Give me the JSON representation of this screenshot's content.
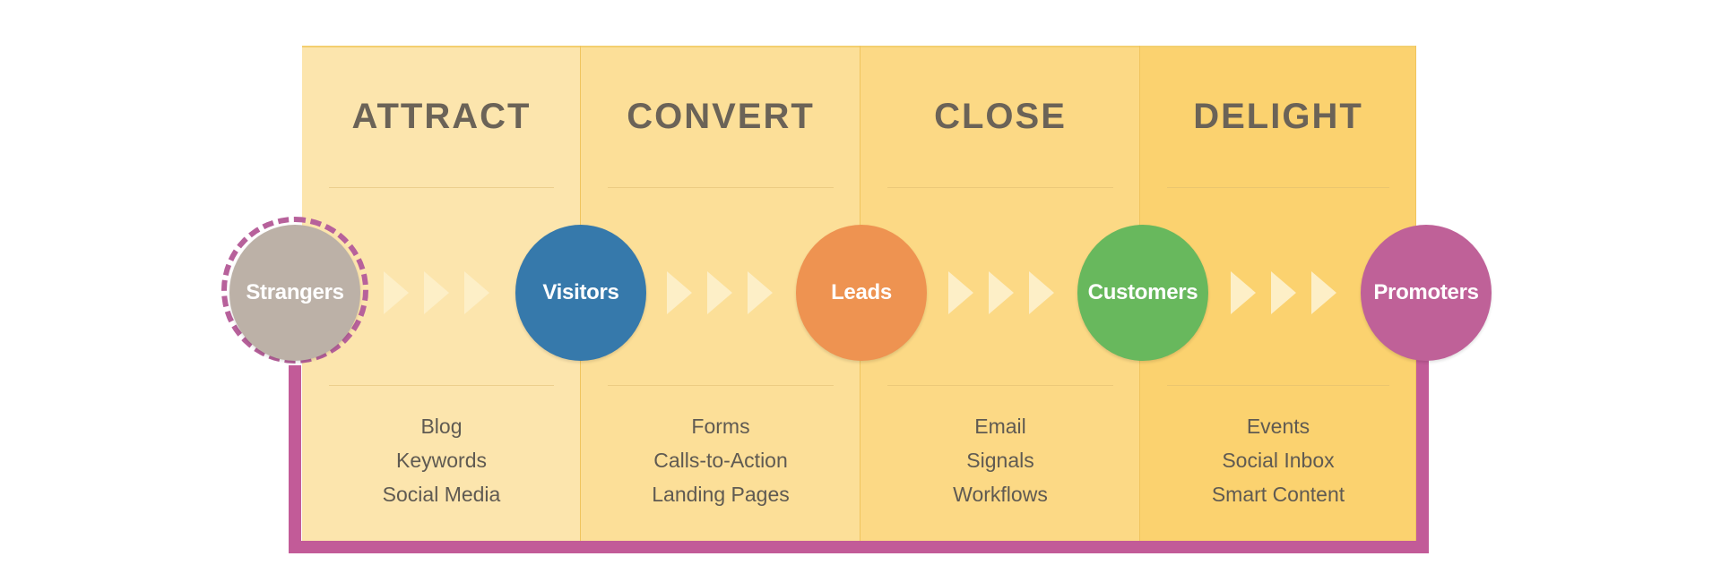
{
  "colors": {
    "stage_attract": "#fce5ad",
    "stage_convert": "#fcdf98",
    "stage_close": "#fcd985",
    "stage_delight": "#fbd26f",
    "loop_line": "#c25b98",
    "chevron": "#fdefc7"
  },
  "stages": [
    {
      "title": "ATTRACT",
      "tools": [
        "Blog",
        "Keywords",
        "Social Media"
      ]
    },
    {
      "title": "CONVERT",
      "tools": [
        "Forms",
        "Calls-to-Action",
        "Landing Pages"
      ]
    },
    {
      "title": "CLOSE",
      "tools": [
        "Email",
        "Signals",
        "Workflows"
      ]
    },
    {
      "title": "DELIGHT",
      "tools": [
        "Events",
        "Social Inbox",
        "Smart Content"
      ]
    }
  ],
  "nodes": [
    {
      "label": "Strangers",
      "color": "#bcb1a7"
    },
    {
      "label": "Visitors",
      "color": "#3679ab"
    },
    {
      "label": "Leads",
      "color": "#ee9351"
    },
    {
      "label": "Customers",
      "color": "#68b85d"
    },
    {
      "label": "Promoters",
      "color": "#bf6198"
    }
  ]
}
